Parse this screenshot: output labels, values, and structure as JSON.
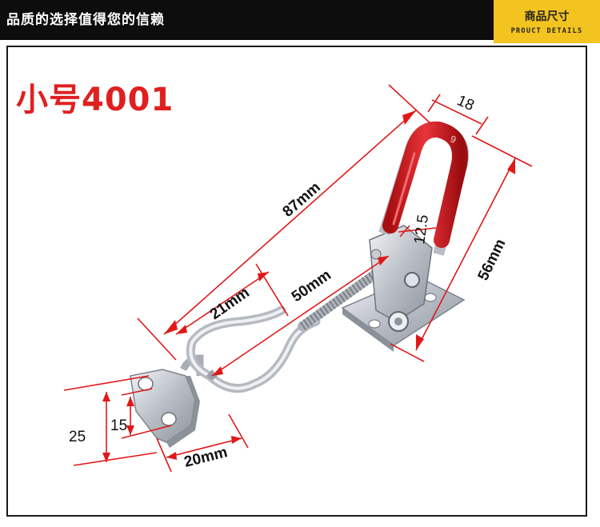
{
  "header": {
    "tagline": "品质的选择值得您的信赖",
    "tab_title": "商品尺寸",
    "tab_subtitle": "PROUCT DETAILS"
  },
  "product": {
    "model": "小号4001",
    "handle_text": "9"
  },
  "dimensions": {
    "overall_length": "87mm",
    "handle_width": "18",
    "height": "56mm",
    "hook_gap": "12.5",
    "bolt_length": "50mm",
    "loop_length": "21mm",
    "plate_height": "25",
    "hole_spacing": "15",
    "plate_width": "20mm"
  },
  "colors": {
    "header_bg": "#0d0d0d",
    "tab_bg": "#f3c320",
    "accent_red": "#e02020",
    "dimension_line": "#e01818",
    "metal": "#c8ccd2"
  }
}
